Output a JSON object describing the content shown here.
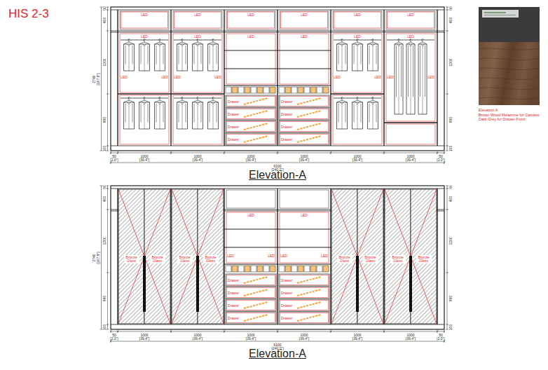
{
  "diagram": {
    "title": "HIS 2-3",
    "labels": [
      "LED",
      "LED",
      "LED",
      "LED",
      "LED",
      "LED",
      "LED",
      "LED",
      "LED",
      "LED",
      "LED",
      "LED",
      "LED",
      "LED",
      "LED",
      "LED",
      "LED",
      "LED",
      "LED",
      "LED",
      "Drawer",
      "Drawer",
      "Drawer",
      "Drawer",
      "Drawer",
      "Drawer",
      "Drawer",
      "Drawer",
      "50",
      "[2.0\"]",
      "1000",
      "[39.4\"]",
      "1000",
      "[39.4\"]",
      "1000",
      "[39.4\"]",
      "1000",
      "[39.4\"]",
      "1000",
      "[39.4\"]",
      "1000",
      "[39.4\"]",
      "50",
      "[2.0\"]",
      "6100",
      "[240.2\"]",
      "2740",
      "[107.9\"]",
      "50",
      "400",
      "1200",
      "990",
      "100",
      "50",
      "400",
      "1200",
      "990",
      "100",
      "Elevation-A",
      "Bronze Glass",
      "Bronze Glass",
      "Bronze Glass",
      "Bronze Glass",
      "Bronze Glass",
      "Bronze Glass",
      "Bronze Glass",
      "Bronze Glass",
      "LED",
      "LED",
      "LED",
      "LED",
      "LED",
      "LED",
      "Drawer",
      "Drawer",
      "Drawer",
      "Drawer",
      "Drawer",
      "Drawer",
      "Drawer",
      "Drawer",
      "50",
      "[2.0\"]",
      "1000",
      "[39.4\"]",
      "1000",
      "[39.4\"]",
      "1000",
      "[39.4\"]",
      "1000",
      "[39.4\"]",
      "1000",
      "[39.4\"]",
      "1000",
      "[39.4\"]",
      "50",
      "[2.0\"]",
      "6100",
      "[240.2\"]",
      "2740",
      "[107.9\"]",
      "50",
      "400",
      "1200",
      "990",
      "100",
      "50",
      "400",
      "1200",
      "990",
      "100",
      "Elevation-A",
      "Elevation A",
      "Brown Wood Melamine for Carcass",
      "Dark Grey for Drawer Front"
    ]
  }
}
